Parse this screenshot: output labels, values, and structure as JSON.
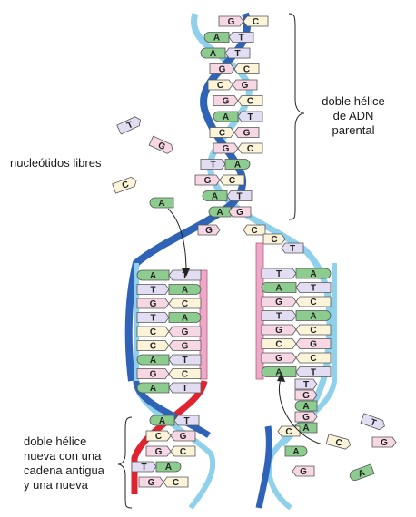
{
  "labels": {
    "parental_helix": [
      "doble hélice",
      "de ADN",
      "parental"
    ],
    "free_nucleotides": "nucleótidos libres",
    "new_helix": [
      "doble hélice",
      "nueva con una",
      "cadena antigua",
      "y una nueva"
    ]
  },
  "colors": {
    "blue_strand": "#2f63b7",
    "light_blue_strand": "#8fd0ea",
    "red_strand": "#e0232f",
    "pink_strand": "#f0a8c8",
    "G": "#f7d7e3",
    "C": "#fbf4d9",
    "A": "#8ccc8f",
    "T": "#e2ddf3"
  },
  "parental_pairs": [
    [
      "G",
      "C"
    ],
    [
      "A",
      "T"
    ],
    [
      "A",
      "T"
    ],
    [
      "G",
      "C"
    ],
    [
      "C",
      "G"
    ],
    [
      "G",
      "C"
    ],
    [
      "A",
      "T"
    ],
    [
      "C",
      "G"
    ],
    [
      "G",
      "C"
    ],
    [
      "T",
      "A"
    ],
    [
      "G",
      "C"
    ],
    [
      "A",
      "T"
    ]
  ],
  "fork_bases": [
    "A",
    "G",
    "G",
    "C",
    "C",
    "T"
  ],
  "left_daughter_pairs": [
    [
      "A",
      "T"
    ],
    [
      "T",
      "A"
    ],
    [
      "G",
      "C"
    ],
    [
      "T",
      "A"
    ],
    [
      "C",
      "G"
    ],
    [
      "C",
      "G"
    ],
    [
      "A",
      "T"
    ],
    [
      "G",
      "C"
    ],
    [
      "A",
      "T"
    ]
  ],
  "right_daughter_pairs": [
    [
      "T",
      "A"
    ],
    [
      "A",
      "T"
    ],
    [
      "G",
      "C"
    ],
    [
      "T",
      "A"
    ],
    [
      "G",
      "C"
    ],
    [
      "C",
      "G"
    ],
    [
      "G",
      "C"
    ],
    [
      "A",
      "T"
    ]
  ],
  "right_daughter_single": [
    "T",
    "G",
    "A",
    "G",
    "A"
  ],
  "left_bottom_pairs": [
    [
      "A",
      "T"
    ],
    [
      "C",
      "G"
    ],
    [
      "G",
      "C"
    ],
    [
      "T",
      "A"
    ],
    [
      "G",
      "C"
    ]
  ],
  "right_bottom_bases": [
    "C",
    "A",
    "G"
  ],
  "free_nucleotides": [
    "T",
    "G",
    "C",
    "A",
    "T",
    "C",
    "G",
    "A"
  ]
}
